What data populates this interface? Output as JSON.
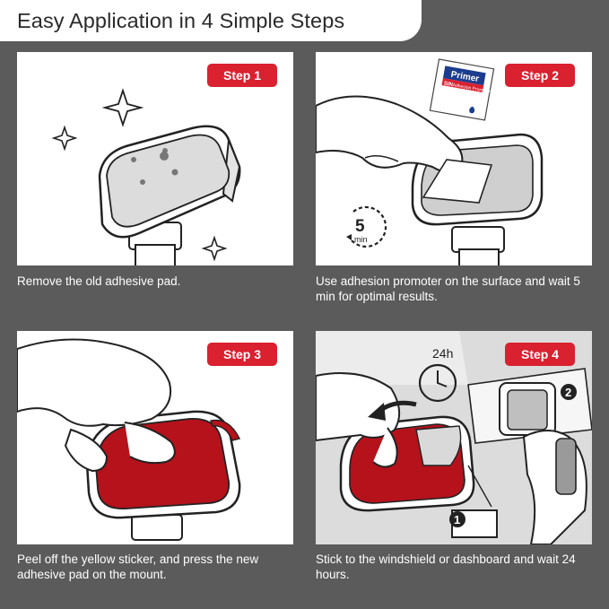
{
  "header": {
    "title": "Easy Application in 4 Simple Steps"
  },
  "steps": [
    {
      "badge": "Step 1",
      "caption": "Remove the old adhesive pad."
    },
    {
      "badge": "Step 2",
      "caption": "Use adhesion promoter on the surface and wait 5 min for optimal results."
    },
    {
      "badge": "Step 3",
      "caption": "Peel off the yellow sticker, and press the new adhesive pad on the mount."
    },
    {
      "badge": "Step 4",
      "caption": "Stick to the windshield or dashboard and wait 24 hours."
    }
  ],
  "step2": {
    "timer_value": "5",
    "timer_unit": "min",
    "primer_label": "Primer",
    "primer_sublabel": "Adhesion Promoter",
    "primer_tag": "SIN"
  },
  "step4": {
    "timer_label": "24h",
    "marker_1": "1",
    "marker_2": "2"
  },
  "colors": {
    "background": "#5b5b5b",
    "badge": "#d92130",
    "pad_red": "#b5121b",
    "pad_grey": "#d9d9d9"
  }
}
